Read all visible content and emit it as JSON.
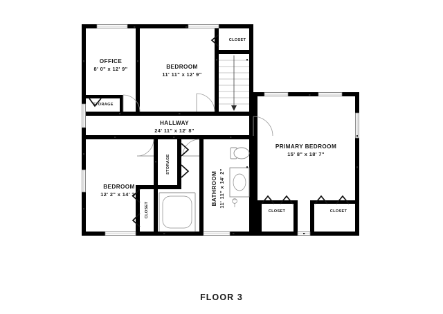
{
  "page": {
    "floor_title": "FLOOR 3",
    "background": "#ffffff",
    "wall_color": "#000000",
    "text_color": "#1a1a1a"
  },
  "rooms": [
    {
      "id": "office",
      "name": "OFFICE",
      "dimensions": "8' 0\" x 12' 9\""
    },
    {
      "id": "bedroom_top",
      "name": "BEDROOM",
      "dimensions": "11' 11\" x 12' 9\""
    },
    {
      "id": "hallway",
      "name": "HALLWAY",
      "dimensions": "24' 11\" x 12' 8\""
    },
    {
      "id": "bedroom_bottom",
      "name": "BEDROOM",
      "dimensions": "12' 2\" x 14' 2\""
    },
    {
      "id": "bathroom",
      "name": "BATHROOM",
      "dimensions": "11' 11\" x 14' 2\""
    },
    {
      "id": "primary_bedroom",
      "name": "PRIMARY BEDROOM",
      "dimensions": "15' 8\" x 18' 7\""
    }
  ],
  "small_rooms": [
    {
      "id": "storage_left",
      "name": "STORAGE"
    },
    {
      "id": "closet_top",
      "name": "CLOSET"
    },
    {
      "id": "storage_center",
      "name": "STORAGE"
    },
    {
      "id": "closet_bath",
      "name": "CLOSET"
    },
    {
      "id": "closet_primary_1",
      "name": "CLOSET"
    },
    {
      "id": "closet_primary_2",
      "name": "CLOSET"
    }
  ],
  "features": {
    "staircase": "staircase-down",
    "bathtub": "bathtub-fixture",
    "toilet": "toilet-fixture",
    "vanity": "vanity-sink-fixture",
    "faucet": "faucet-fixture"
  }
}
